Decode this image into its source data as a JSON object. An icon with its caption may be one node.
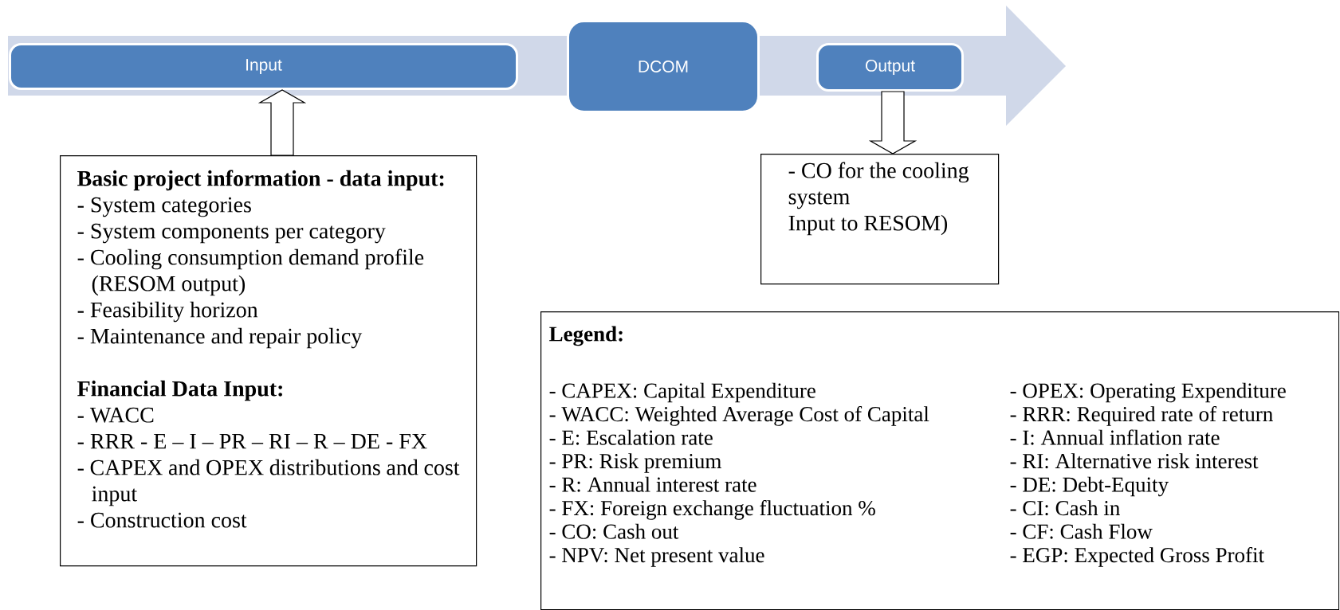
{
  "diagram": {
    "nodes": [
      {
        "text": [
          "Input"
        ]
      },
      {
        "text": [
          "DCOM"
        ]
      },
      {
        "text": [
          "Output"
        ]
      },
      {
        "text": [
          "Basic project information - data input:",
          "- System categories",
          "- System components per category",
          "- Cooling consumption demand profile (RESOM output)",
          "- Feasibility horizon",
          "- Maintenance and repair policy",
          "Financial Data Input:",
          "- WACC",
          "- RRR - E – I – PR – RI – R – DE - FX",
          "- CAPEX and OPEX distributions and cost input",
          "- Construction cost"
        ]
      },
      {
        "text": [
          "- CO for the cooling system",
          "Input to RESOM)"
        ]
      },
      {
        "text": [
          "Legend:",
          "- CAPEX: Capital Expenditure",
          "- OPEX: Operating Expenditure",
          "- WACC: Weighted Average Cost of Capital",
          "- RRR: Required rate of return",
          "- E: Escalation rate",
          "- I: Annual inflation rate",
          "- PR: Risk premium",
          "- RI: Alternative risk interest",
          "- R: Annual interest rate",
          "- DE: Debt-Equity",
          "- FX: Foreign exchange fluctuation %",
          "- CI: Cash in",
          "- CO: Cash out",
          "- CF: Cash Flow",
          "- NPV: Net present value",
          "- EGP: Expected Gross Profit"
        ]
      }
    ],
    "edges": [
      {
        "from": 3,
        "to": 0,
        "arrow": "to"
      },
      {
        "from": 2,
        "to": 4,
        "arrow": "to"
      }
    ]
  }
}
